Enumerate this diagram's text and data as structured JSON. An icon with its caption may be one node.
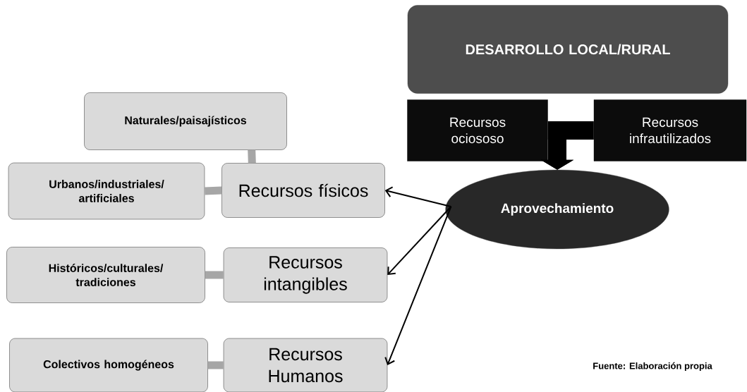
{
  "diagram": {
    "nodes": [
      {
        "text": [
          "DESARROLLO LOCAL/RURAL"
        ]
      },
      {
        "text": [
          "Recursos ociososo"
        ]
      },
      {
        "text": [
          "Recursos infrautilizados"
        ]
      },
      {
        "text": [
          "Aprovechamiento"
        ]
      },
      {
        "text": [
          "Naturales/paisajísticos"
        ]
      },
      {
        "text": [
          "Urbanos/industriales/ artificiales"
        ]
      },
      {
        "text": [
          "Recursos físicos"
        ]
      },
      {
        "text": [
          "Históricos/culturales/ tradiciones"
        ]
      },
      {
        "text": [
          "Recursos intangibles"
        ]
      },
      {
        "text": [
          "Colectivos homogéneos"
        ]
      },
      {
        "text": [
          "Recursos Humanos"
        ]
      }
    ],
    "edges": [
      {
        "from": 1,
        "to": 3,
        "arrow": "to",
        "style": "thick"
      },
      {
        "from": 2,
        "to": 3,
        "arrow": "to",
        "style": "thick"
      },
      {
        "from": 3,
        "to": 6,
        "arrow": "to"
      },
      {
        "from": 3,
        "to": 8,
        "arrow": "to"
      },
      {
        "from": 3,
        "to": 10,
        "arrow": "to"
      },
      {
        "from": 4,
        "to": 6,
        "arrow": "none",
        "color": "#a6a6a6"
      },
      {
        "from": 5,
        "to": 6,
        "arrow": "none",
        "color": "#a6a6a6"
      },
      {
        "from": 7,
        "to": 8,
        "arrow": "none",
        "color": "#a6a6a6"
      },
      {
        "from": 9,
        "to": 10,
        "arrow": "none",
        "color": "#a6a6a6"
      }
    ],
    "labels": [
      "Fuente: Elaboración propia"
    ]
  }
}
